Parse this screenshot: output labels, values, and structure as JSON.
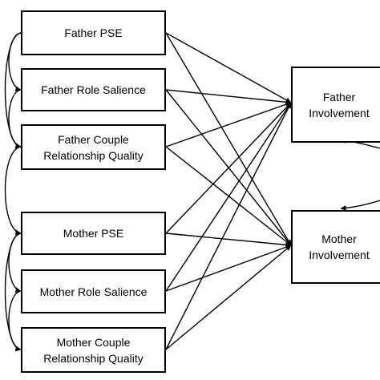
{
  "nodes": {
    "father_pse": "Father PSE",
    "father_role_salience": "Father Role Salience",
    "father_couple_relationship_quality": "Father Couple\nRelationship Quality",
    "mother_pse": "Mother PSE",
    "mother_role_salience": "Mother Role Salience",
    "mother_couple_relationship_quality": "Mother Couple\nRelationship Quality",
    "father_involvement": "Father\nInvolvement",
    "mother_involvement": "Mother\nInvolvement"
  },
  "paths": [
    {
      "from": "father_pse",
      "to": "father_involvement"
    },
    {
      "from": "father_pse",
      "to": "mother_involvement"
    },
    {
      "from": "father_role_salience",
      "to": "father_involvement"
    },
    {
      "from": "father_role_salience",
      "to": "mother_involvement"
    },
    {
      "from": "father_couple_relationship_quality",
      "to": "father_involvement"
    },
    {
      "from": "father_couple_relationship_quality",
      "to": "mother_involvement"
    },
    {
      "from": "mother_pse",
      "to": "father_involvement"
    },
    {
      "from": "mother_pse",
      "to": "mother_involvement"
    },
    {
      "from": "mother_role_salience",
      "to": "father_involvement"
    },
    {
      "from": "mother_role_salience",
      "to": "mother_involvement"
    },
    {
      "from": "mother_couple_relationship_quality",
      "to": "father_involvement"
    },
    {
      "from": "mother_couple_relationship_quality",
      "to": "mother_involvement"
    }
  ],
  "covariances": [
    [
      "father_pse",
      "father_role_salience"
    ],
    [
      "father_pse",
      "father_couple_relationship_quality"
    ],
    [
      "father_role_salience",
      "father_couple_relationship_quality"
    ],
    [
      "father_couple_relationship_quality",
      "mother_pse"
    ],
    [
      "mother_pse",
      "mother_role_salience"
    ],
    [
      "mother_pse",
      "mother_couple_relationship_quality"
    ],
    [
      "mother_role_salience",
      "mother_couple_relationship_quality"
    ]
  ],
  "residual_covariance": [
    "father_involvement",
    "mother_involvement"
  ]
}
